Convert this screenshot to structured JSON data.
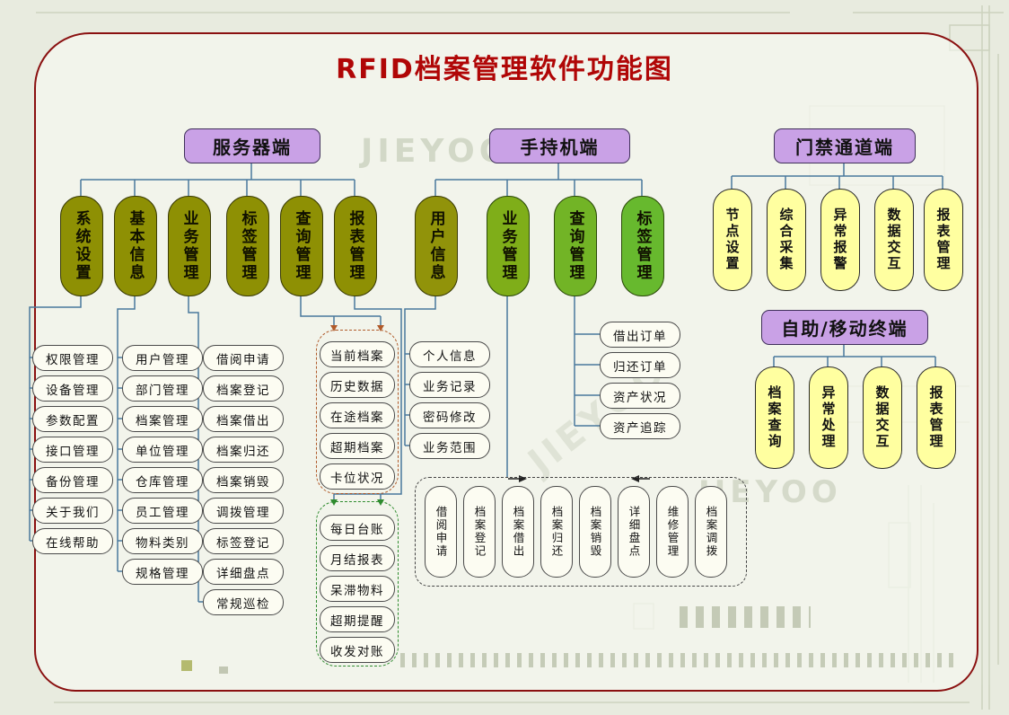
{
  "title": "RFID档案管理软件功能图",
  "watermark": "JIEYOO",
  "colors": {
    "accent_red": "#b00606",
    "purple_node": "#c9a1e6",
    "olive_node": "#8e9004",
    "green_node": "#72b426",
    "yellow_node": "#ffffa0",
    "line_blue": "#49789c",
    "dashed_red": "#b05a2a",
    "dashed_green": "#2e8b2e"
  },
  "server": {
    "label": "服务器端",
    "modules": [
      {
        "label": "系统设置",
        "children": [
          "权限管理",
          "设备管理",
          "参数配置",
          "接口管理",
          "备份管理",
          "关于我们",
          "在线帮助"
        ]
      },
      {
        "label": "基本信息",
        "children": [
          "用户管理",
          "部门管理",
          "档案管理",
          "单位管理",
          "仓库管理",
          "员工管理",
          "物料类别",
          "规格管理"
        ]
      },
      {
        "label": "业务管理",
        "children": [
          "借阅申请",
          "档案登记",
          "档案借出",
          "档案归还",
          "档案销毁",
          "调拨管理",
          "标签登记",
          "详细盘点",
          "常规巡检"
        ]
      },
      {
        "label": "标签管理",
        "children": []
      },
      {
        "label": "查询管理",
        "children": [
          "当前档案",
          "历史数据",
          "在途档案",
          "超期档案",
          "卡位状况"
        ]
      },
      {
        "label": "报表管理",
        "children": [
          "每日台账",
          "月结报表",
          "呆滞物料",
          "超期提醒",
          "收发对账"
        ]
      }
    ]
  },
  "handheld": {
    "label": "手持机端",
    "modules": [
      {
        "label": "用户信息",
        "children": [
          "个人信息",
          "业务记录",
          "密码修改",
          "业务范围"
        ]
      },
      {
        "label": "业务管理",
        "children": [
          "借阅申请",
          "档案登记",
          "档案借出",
          "档案归还",
          "档案销毁",
          "详细盘点",
          "维修管理",
          "档案调拨"
        ]
      },
      {
        "label": "查询管理",
        "children": [
          "借出订单",
          "归还订单",
          "资产状况",
          "资产追踪"
        ]
      },
      {
        "label": "标签管理",
        "children": []
      }
    ]
  },
  "gate": {
    "label": "门禁通道端",
    "modules": [
      "节点设置",
      "综合采集",
      "异常报警",
      "数据交互",
      "报表管理"
    ]
  },
  "mobile": {
    "label": "自助/移动终端",
    "modules": [
      "档案查询",
      "异常处理",
      "数据交互",
      "报表管理"
    ]
  }
}
